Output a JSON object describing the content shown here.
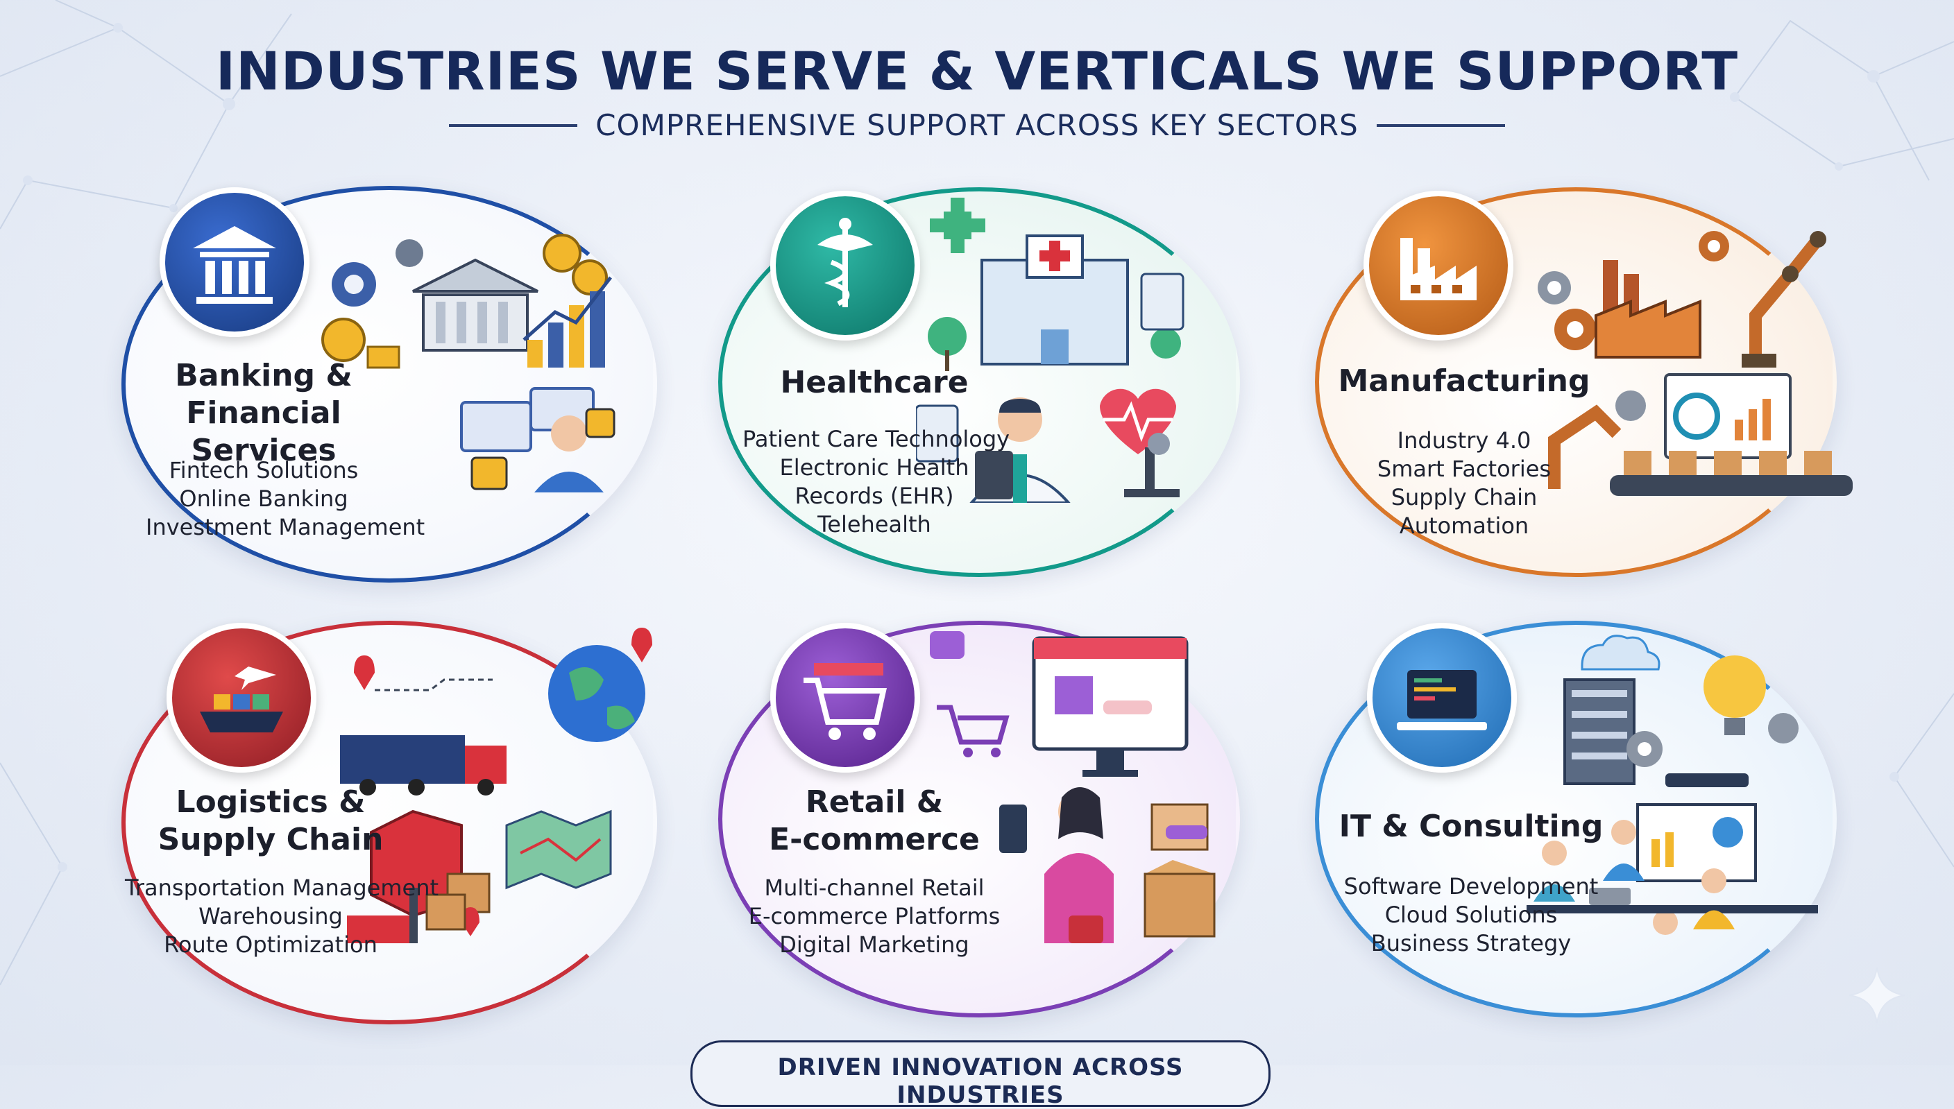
{
  "header": {
    "title": "INDUSTRIES WE SERVE & VERTICALS WE SUPPORT",
    "subtitle": "COMPREHENSIVE SUPPORT ACROSS KEY SECTORS"
  },
  "colors": {
    "banking": "#1f4fa6",
    "healthcare": "#129a8a",
    "manufacturing": "#d9772a",
    "logistics": "#c8303a",
    "retail": "#7b3fb5",
    "it": "#3a8ed6",
    "title": "#16295a"
  },
  "cards": [
    {
      "id": "banking",
      "icon": "bank-icon",
      "title_lines": [
        "Banking &",
        "Financial Services"
      ],
      "items": [
        "Fintech Solutions",
        "Online Banking",
        "Investment Management"
      ]
    },
    {
      "id": "healthcare",
      "icon": "caduceus-icon",
      "title_lines": [
        "Healthcare"
      ],
      "items": [
        "Patient Care Technology",
        "Electronic Health",
        "Records (EHR)",
        "Telehealth"
      ]
    },
    {
      "id": "manufacturing",
      "icon": "factory-icon",
      "title_lines": [
        "Manufacturing"
      ],
      "items": [
        "Industry 4.0",
        "Smart Factories",
        "Supply Chain",
        "Automation"
      ]
    },
    {
      "id": "logistics",
      "icon": "cargo-ship-icon",
      "title_lines": [
        "Logistics &",
        "Supply Chain"
      ],
      "items": [
        "Transportation Management",
        "Warehousing",
        "Route Optimization"
      ]
    },
    {
      "id": "retail",
      "icon": "shopping-cart-icon",
      "title_lines": [
        "Retail &",
        "E-commerce"
      ],
      "items": [
        "Multi-channel Retail",
        "E-commerce Platforms",
        "Digital Marketing"
      ]
    },
    {
      "id": "it",
      "icon": "laptop-code-icon",
      "title_lines": [
        "IT & Consulting"
      ],
      "items": [
        "Software Development",
        "Cloud Solutions",
        "Business Strategy"
      ]
    }
  ],
  "footer": {
    "text": "DRIVEN INNOVATION ACROSS INDUSTRIES"
  }
}
